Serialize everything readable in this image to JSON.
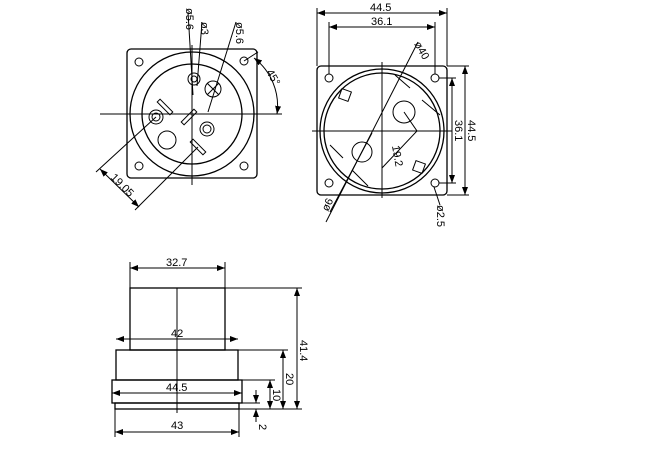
{
  "front_view": {
    "dims": {
      "pin_dia_a": "ø5.6",
      "pin_dia_b": "ø3",
      "pin_dia_c": "ø5.6",
      "angle": "45°",
      "pin_spacing": "19.05"
    }
  },
  "rear_view": {
    "dims": {
      "width": "44.5",
      "hole_spacing_h": "36.1",
      "circle_dia": "ø40",
      "radius": "19.2",
      "pin_dia": "ø6",
      "hole_dia": "ø2.5",
      "hole_spacing_v": "36.1",
      "height": "44.5"
    }
  },
  "side_view": {
    "dims": {
      "top_width": "32.7",
      "mid_width": "42",
      "flange_width": "44.5",
      "base_width": "43",
      "total_height": "41.4",
      "body_height": "20",
      "flange_height": "10",
      "base_height": "2"
    }
  }
}
